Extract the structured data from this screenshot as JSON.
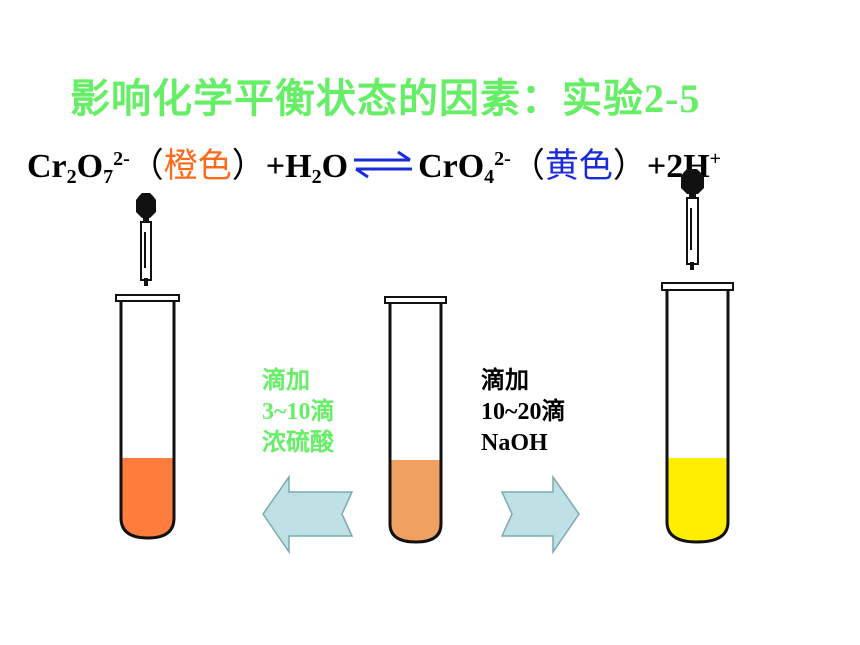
{
  "title": "影响化学平衡状态的因素：实验2-5",
  "equation": {
    "reactant": {
      "base": "Cr",
      "sub1": "2",
      "mid": "O",
      "sub2": "7",
      "charge": "2-"
    },
    "reactant_color_open": "（",
    "reactant_color": "橙色",
    "reactant_color_close": "）",
    "water_plus": "+H",
    "water_sub": "2",
    "water_o": "O",
    "product": {
      "base": "CrO",
      "sub": "4",
      "charge": "2-"
    },
    "product_color_open": "（",
    "product_color": "黄色",
    "product_color_close": "）",
    "proton": {
      "base": "+2H",
      "charge": "+"
    }
  },
  "labels": {
    "left": [
      "滴加",
      "3~10滴",
      "浓硫酸"
    ],
    "right": [
      "滴加",
      "10~20滴",
      "NaOH"
    ]
  },
  "colors": {
    "title": "#66ee66",
    "orange_solution": "#ff7d3c",
    "middle_solution": "#f0a060",
    "yellow_solution": "#ffee00",
    "arrow_fill": "#bfe0e4",
    "arrow_stroke": "#7aaab0",
    "orange_word": "#ff6a1a",
    "blue_word": "#1a2bdc"
  }
}
